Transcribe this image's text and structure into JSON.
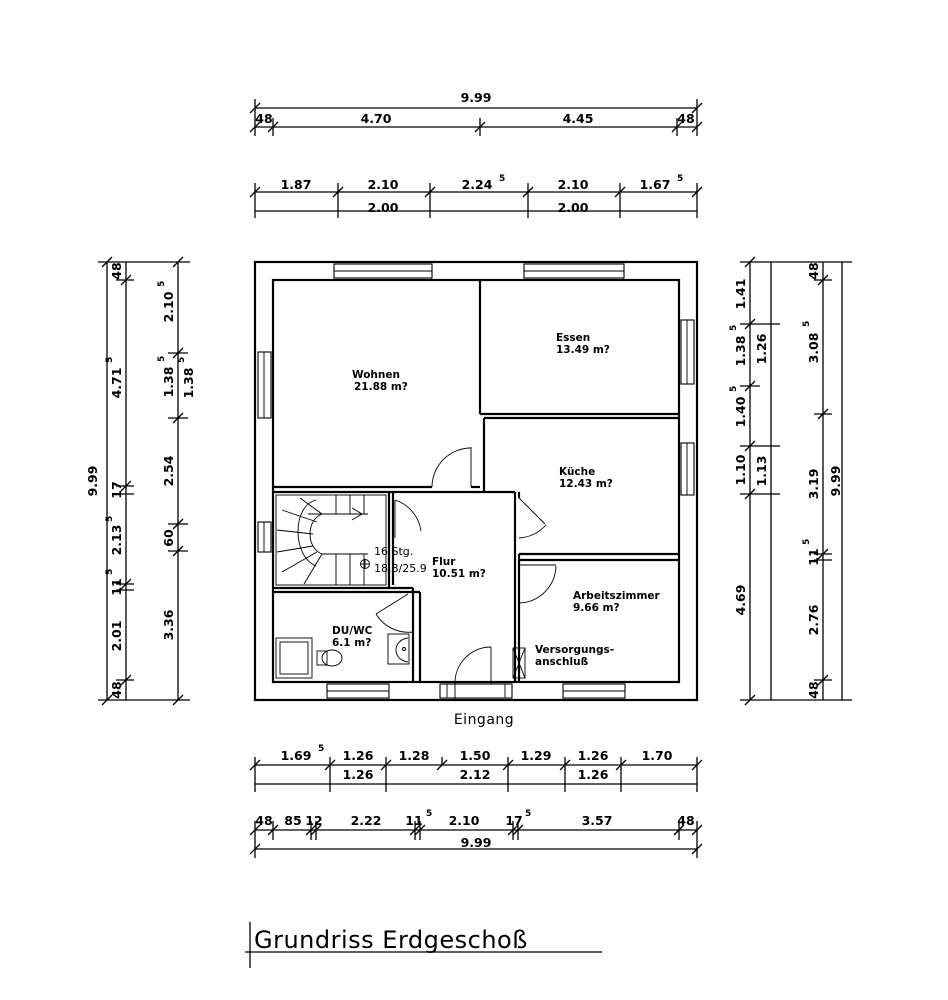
{
  "title": "Grundriss Erdgeschoß",
  "entrance_label": "Eingang",
  "rooms": [
    {
      "name": "Wohnen",
      "area": "21.88 m?"
    },
    {
      "name": "Essen",
      "area": "13.49 m?"
    },
    {
      "name": "Küche",
      "area": "12.43 m?"
    },
    {
      "name": "Flur",
      "area": "10.51 m?"
    },
    {
      "name": "Arbeitszimmer",
      "area": "9.66 m?"
    },
    {
      "name": "DU/WC",
      "area": "6.1 m?"
    },
    {
      "name": "Versorgungs-",
      "area": "anschluß"
    }
  ],
  "stairs": {
    "steps": "16 Stg.",
    "ratio": "18.8/25.9"
  },
  "dimensions": {
    "top_total": "9.99",
    "top_row1": [
      "48",
      "4.70",
      "4.45",
      "48"
    ],
    "top_row2": [
      "1.87",
      "2.10",
      "2.24",
      "2.10",
      "1.67"
    ],
    "top_row2_sup": [
      "5",
      "5"
    ],
    "top_row3": [
      "2.00",
      "2.00"
    ],
    "bottom_row1": [
      "1.69",
      "1.26",
      "1.28",
      "1.50",
      "1.29",
      "1.26",
      "1.70"
    ],
    "bottom_row1_sup": [
      "5"
    ],
    "bottom_row2": [
      "1.26",
      "2.12",
      "1.26"
    ],
    "bottom_row3": [
      "48",
      "85",
      "12",
      "2.22",
      "11",
      "2.10",
      "17",
      "3.57",
      "48"
    ],
    "bottom_row3_sup": [
      "5",
      "5"
    ],
    "bottom_total": "9.99",
    "left_total": "9.99",
    "left_col1": [
      "48",
      "4.71",
      "17",
      "2.13",
      "11",
      "2.01",
      "48"
    ],
    "left_col1_sup": [
      "5",
      "5",
      "5"
    ],
    "left_col2": [
      "2.10",
      "1.38",
      "1.38",
      "2.54",
      "60",
      "3.36"
    ],
    "left_col2_sup": [
      "5",
      "5",
      "5"
    ],
    "right_col1": [
      "1.41",
      "1.38",
      "1.26",
      "1.40",
      "1.10",
      "1.13",
      "4.69"
    ],
    "right_col1_sup": [
      "5",
      "5"
    ],
    "right_col2": [
      "48",
      "3.08",
      "3.19",
      "11",
      "2.76",
      "48"
    ],
    "right_col2_sup": [
      "5",
      "5"
    ],
    "right_total": "9.99"
  }
}
